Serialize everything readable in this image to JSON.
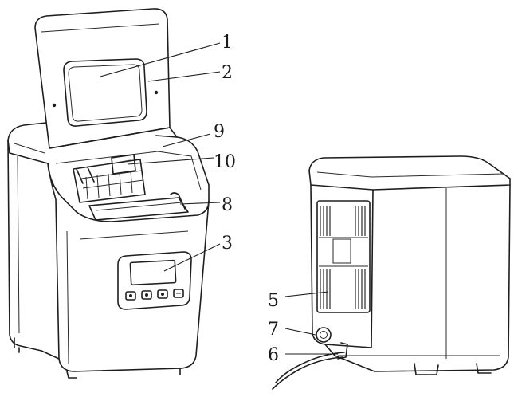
{
  "figure": {
    "callouts": [
      {
        "key": "c1",
        "text": "1"
      },
      {
        "key": "c2",
        "text": "2"
      },
      {
        "key": "c9",
        "text": "9"
      },
      {
        "key": "c10",
        "text": "10"
      },
      {
        "key": "c8",
        "text": "8"
      },
      {
        "key": "c3",
        "text": "3"
      },
      {
        "key": "c5",
        "text": "5"
      },
      {
        "key": "c7",
        "text": "7"
      },
      {
        "key": "c6",
        "text": "6"
      }
    ],
    "colors": {
      "line": "#1e1e1e",
      "background": "#ffffff",
      "display": "#fafafa"
    },
    "icons": [
      "open-lid",
      "viewing-window",
      "control-panel",
      "drain-plug",
      "power-cord",
      "vent-grille"
    ]
  }
}
